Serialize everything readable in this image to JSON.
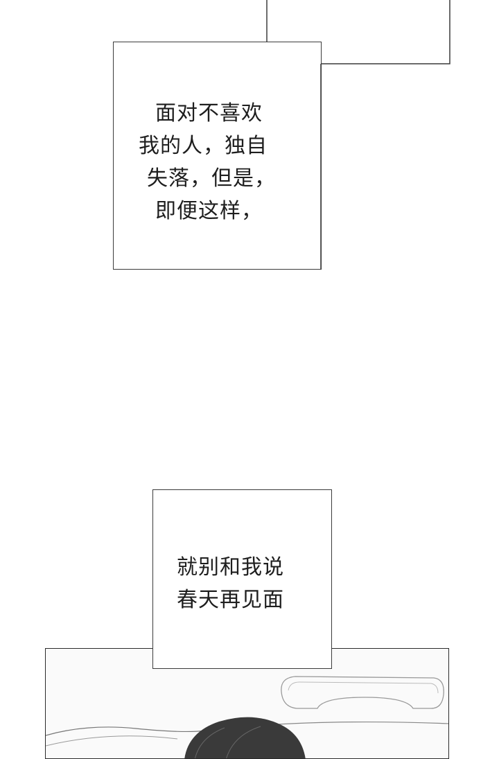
{
  "caption_1": {
    "lines": [
      "面对不喜欢",
      "我的人，独自",
      "失落，但是，",
      "即便这样，"
    ]
  },
  "caption_2": {
    "lines": [
      "就别和我说",
      "春天再见面"
    ]
  }
}
